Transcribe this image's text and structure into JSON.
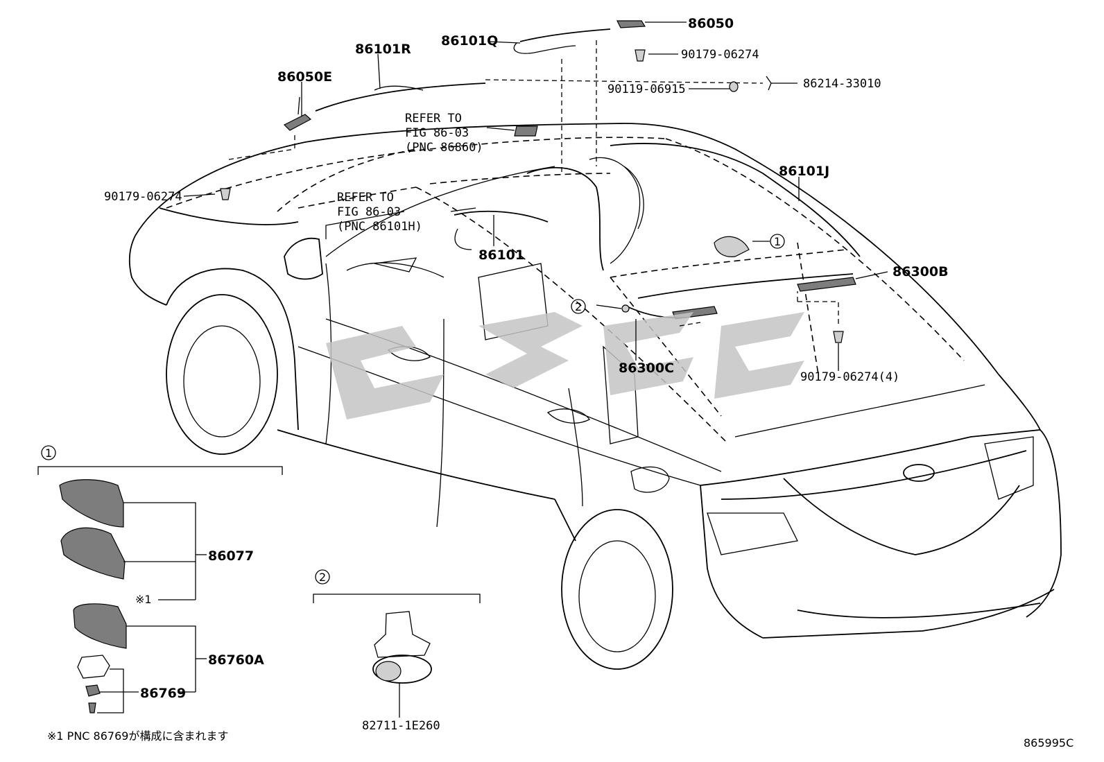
{
  "diagram": {
    "callouts": {
      "p86050": "86050",
      "p86101Q": "86101Q",
      "p86101R": "86101R",
      "p86050E": "86050E",
      "p90179_top_right": "90179-06274",
      "p90119": "90119-06915",
      "p86214": "86214-33010",
      "ref_line1_a": "REFER TO",
      "ref_line2_a": "FIG 86-03",
      "ref_line3_a": "(PNC 86860)",
      "p90179_left": "90179-06274",
      "ref_line1_b": "REFER TO",
      "ref_line2_b": "FIG 86-03",
      "ref_line3_b": "(PNC 86101H)",
      "p86101": "86101",
      "p86101J": "86101J",
      "p86300B": "86300B",
      "p86300C": "86300C",
      "p90179_4": "90179-06274(4)"
    },
    "markers": {
      "one": "1",
      "two": "2"
    },
    "inset_1": {
      "marker": "1",
      "p86077": "86077",
      "note_ref": "※1",
      "p86760A": "86760A",
      "p86769": "86769"
    },
    "inset_2": {
      "marker": "2",
      "p82711": "82711-1E260"
    },
    "footnote": "※1 PNC 86769が構成に含まれます",
    "figure_code": "865995C",
    "watermark_color": "#c4c4c4"
  }
}
